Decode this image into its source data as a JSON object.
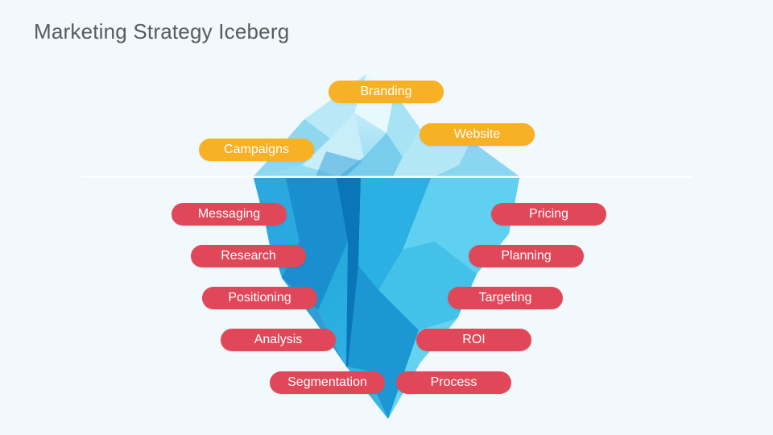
{
  "title": "Marketing Strategy Iceberg",
  "colors": {
    "above_water_label": "#f7b124",
    "below_water_label": "#e0485a",
    "ice_light": "#c9eef8",
    "ice_mid": "#48c6ea",
    "ice_dark": "#0a7fc1",
    "background": "#f2f9fc"
  },
  "above_water": [
    "Branding",
    "Website",
    "Campaigns"
  ],
  "below_water": {
    "left": [
      "Messaging",
      "Research",
      "Positioning",
      "Analysis",
      "Segmentation"
    ],
    "right": [
      "Pricing",
      "Planning",
      "Targeting",
      "ROI",
      "Process"
    ]
  }
}
